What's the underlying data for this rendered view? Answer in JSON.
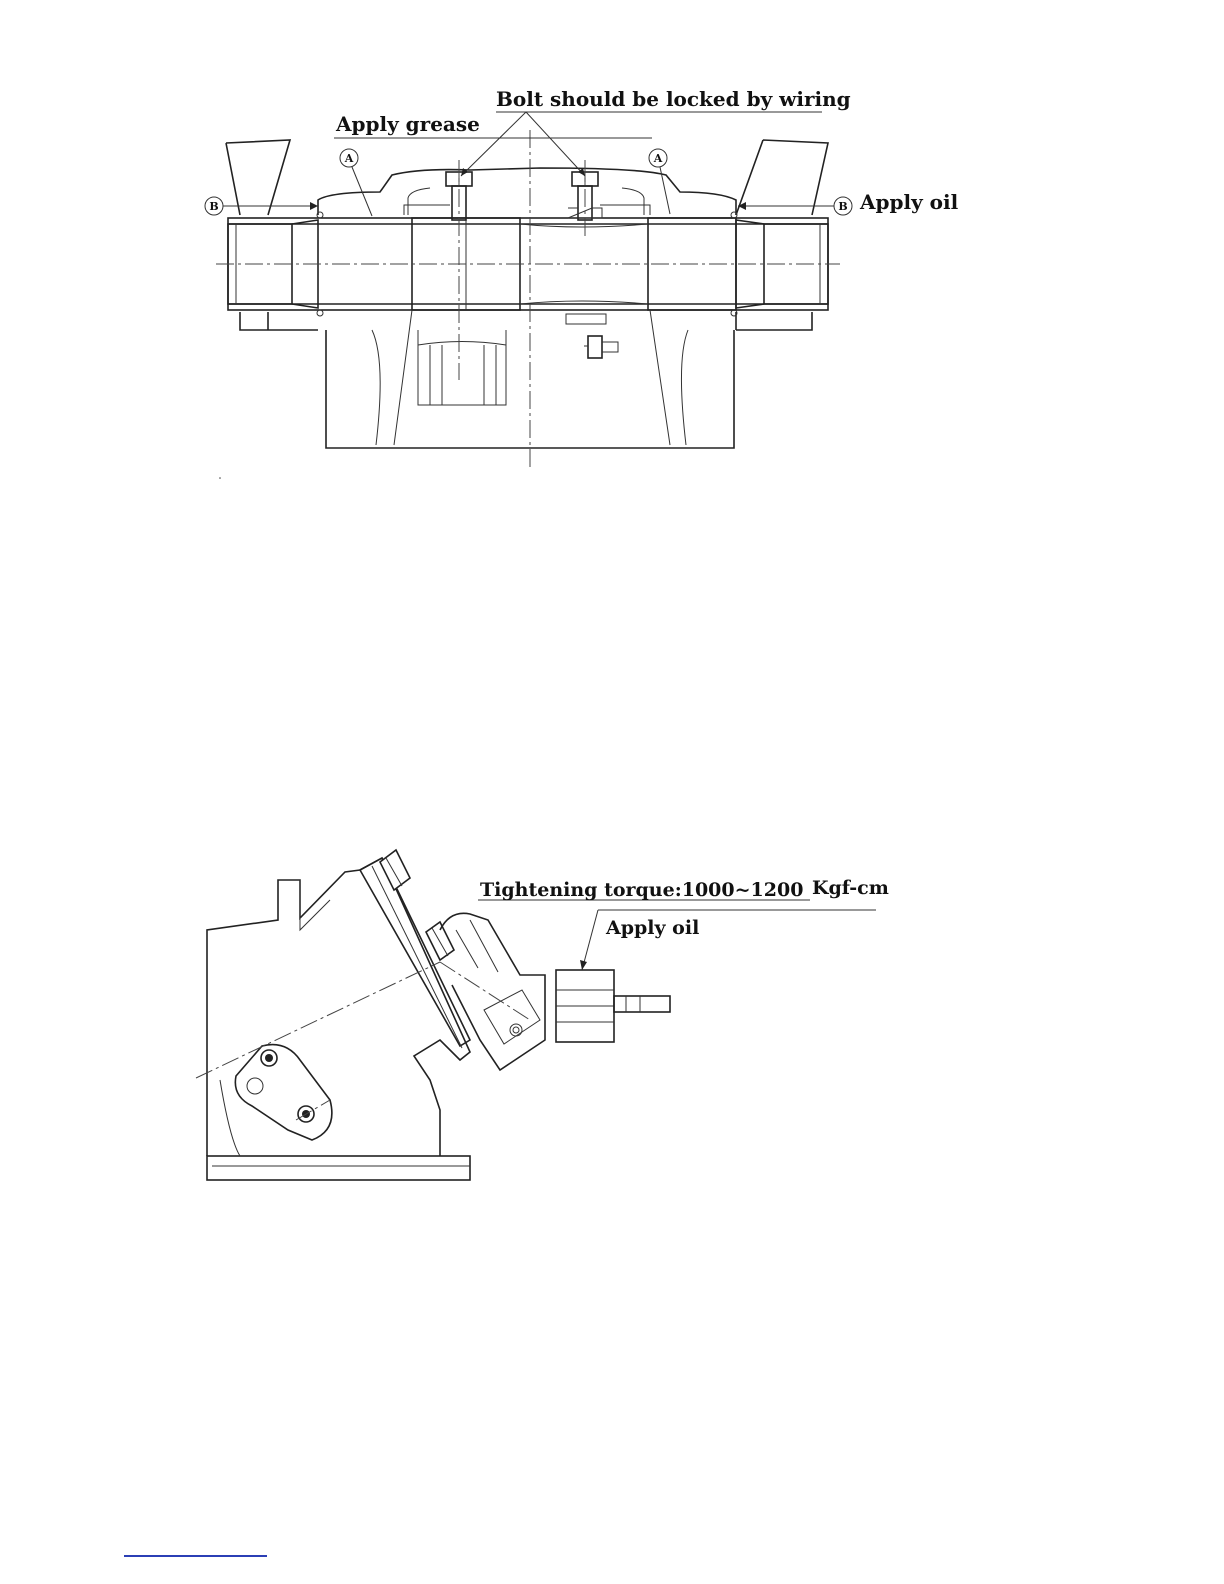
{
  "diagram1": {
    "label_bolt": "Bolt should be locked by wiring",
    "label_grease": "Apply grease",
    "label_oil": "Apply oil",
    "marker_a": "A",
    "marker_b": "B"
  },
  "diagram2": {
    "label_torque": "Tightening torque:1000~1200",
    "label_torque_unit": "Kgf-cm",
    "label_oil": "Apply oil"
  },
  "colors": {
    "line": "#222222",
    "footer_rule": "#2b3fb5"
  }
}
